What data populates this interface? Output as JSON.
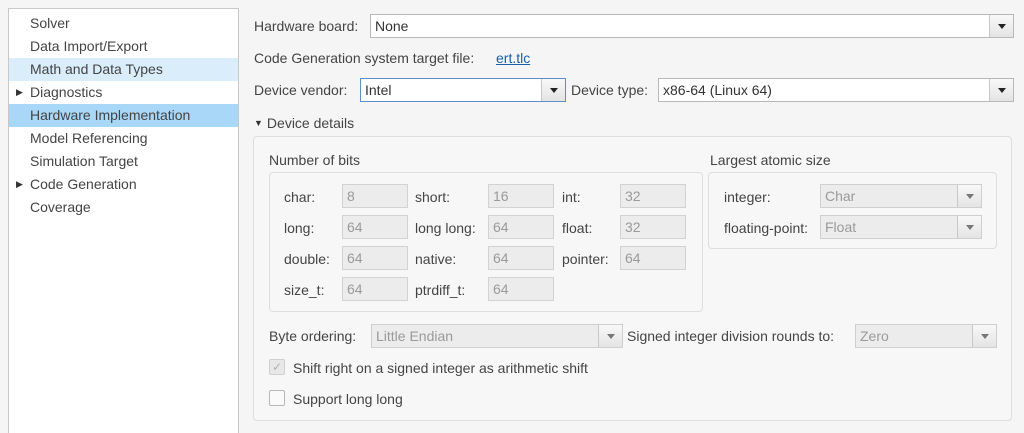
{
  "sidebar": {
    "items": [
      {
        "label": "Solver",
        "expandable": false,
        "state": "normal"
      },
      {
        "label": "Data Import/Export",
        "expandable": false,
        "state": "normal"
      },
      {
        "label": "Math and Data Types",
        "expandable": false,
        "state": "hover"
      },
      {
        "label": "Diagnostics",
        "expandable": true,
        "state": "normal"
      },
      {
        "label": "Hardware Implementation",
        "expandable": false,
        "state": "selected"
      },
      {
        "label": "Model Referencing",
        "expandable": false,
        "state": "normal"
      },
      {
        "label": "Simulation Target",
        "expandable": false,
        "state": "normal"
      },
      {
        "label": "Code Generation",
        "expandable": true,
        "state": "normal"
      },
      {
        "label": "Coverage",
        "expandable": false,
        "state": "normal"
      }
    ],
    "expand_icon": "▶"
  },
  "hardware_board": {
    "label": "Hardware board:",
    "value": "None"
  },
  "target_file": {
    "label": "Code Generation system target file:",
    "link": "ert.tlc"
  },
  "device_vendor": {
    "label": "Device vendor:",
    "value": "Intel"
  },
  "device_type": {
    "label": "Device type:",
    "value": "x86-64 (Linux 64)"
  },
  "device_details": {
    "toggle_icon": "▼",
    "label": "Device details",
    "number_of_bits": {
      "title": "Number of bits",
      "fields": [
        {
          "label": "char:",
          "value": "8"
        },
        {
          "label": "short:",
          "value": "16"
        },
        {
          "label": "int:",
          "value": "32"
        },
        {
          "label": "long:",
          "value": "64"
        },
        {
          "label": "long long:",
          "value": "64"
        },
        {
          "label": "float:",
          "value": "32"
        },
        {
          "label": "double:",
          "value": "64"
        },
        {
          "label": "native:",
          "value": "64"
        },
        {
          "label": "pointer:",
          "value": "64"
        },
        {
          "label": "size_t:",
          "value": "64"
        },
        {
          "label": "ptrdiff_t:",
          "value": "64"
        }
      ]
    },
    "largest_atomic_size": {
      "title": "Largest atomic size",
      "integer": {
        "label": "integer:",
        "value": "Char"
      },
      "floating_point": {
        "label": "floating-point:",
        "value": "Float"
      }
    },
    "byte_ordering": {
      "label": "Byte ordering:",
      "value": "Little Endian"
    },
    "signed_division": {
      "label": "Signed integer division rounds to:",
      "value": "Zero"
    },
    "shift_right": {
      "label": "Shift right on a signed integer as arithmetic shift",
      "checked": true,
      "disabled": true,
      "check_glyph": "✓"
    },
    "support_long_long": {
      "label": "Support long long",
      "checked": false
    }
  }
}
